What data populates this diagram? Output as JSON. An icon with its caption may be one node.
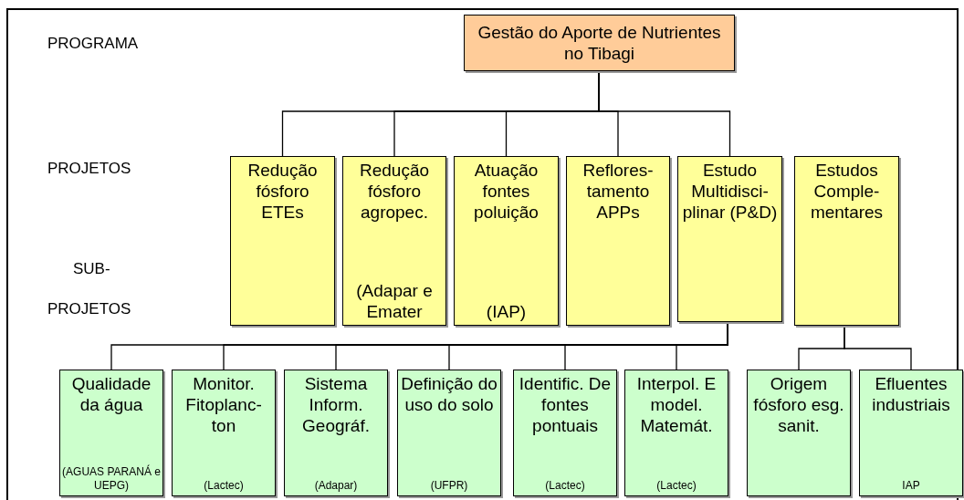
{
  "diagram": {
    "nodes": [
      {
        "text": [
          "Gestão do Aporte de Nutrientes no Tibagi"
        ]
      },
      {
        "text": [
          "Redução fósforo ETEs"
        ]
      },
      {
        "text": [
          "Redução fósforo agropec.",
          "(Adapar e Emater"
        ]
      },
      {
        "text": [
          "Atuação fontes poluição",
          "(IAP)"
        ]
      },
      {
        "text": [
          "Reflores- tamento APPs"
        ]
      },
      {
        "text": [
          "Estudo Multidisci- plinar (P&D)"
        ]
      },
      {
        "text": [
          "Estudos Comple- mentares"
        ]
      },
      {
        "text": [
          "Qualidade da água",
          "(AGUAS PARANÁ e UEPG)"
        ]
      },
      {
        "text": [
          "Monitor. Fitoplanc- ton",
          "(Lactec)"
        ]
      },
      {
        "text": [
          "Sistema Inform. Geográf.",
          "(Adapar)"
        ]
      },
      {
        "text": [
          "Definição do uso do solo",
          "(UFPR)"
        ]
      },
      {
        "text": [
          "Identific. De fontes pontuais",
          "(Lactec)"
        ]
      },
      {
        "text": [
          "Interpol. E model. Matemát.",
          "(Lactec)"
        ]
      },
      {
        "text": [
          "Origem fósforo esg. sanit."
        ]
      },
      {
        "text": [
          "Efluentes industriais",
          "IAP"
        ]
      }
    ],
    "edges": [
      {
        "from": 0,
        "to": 1,
        "arrow": "none"
      },
      {
        "from": 0,
        "to": 2,
        "arrow": "none"
      },
      {
        "from": 0,
        "to": 3,
        "arrow": "none"
      },
      {
        "from": 0,
        "to": 4,
        "arrow": "none"
      },
      {
        "from": 0,
        "to": 5,
        "arrow": "none"
      },
      {
        "from": 5,
        "to": 7,
        "arrow": "none"
      },
      {
        "from": 5,
        "to": 8,
        "arrow": "none"
      },
      {
        "from": 5,
        "to": 9,
        "arrow": "none"
      },
      {
        "from": 5,
        "to": 10,
        "arrow": "none"
      },
      {
        "from": 5,
        "to": 11,
        "arrow": "none"
      },
      {
        "from": 5,
        "to": 12,
        "arrow": "none"
      },
      {
        "from": 6,
        "to": 13,
        "arrow": "none"
      },
      {
        "from": 6,
        "to": 14,
        "arrow": "none"
      }
    ],
    "labels": [
      "PROGRAMA",
      "PROJETOS",
      "SUB-",
      "PROJETOS"
    ]
  }
}
